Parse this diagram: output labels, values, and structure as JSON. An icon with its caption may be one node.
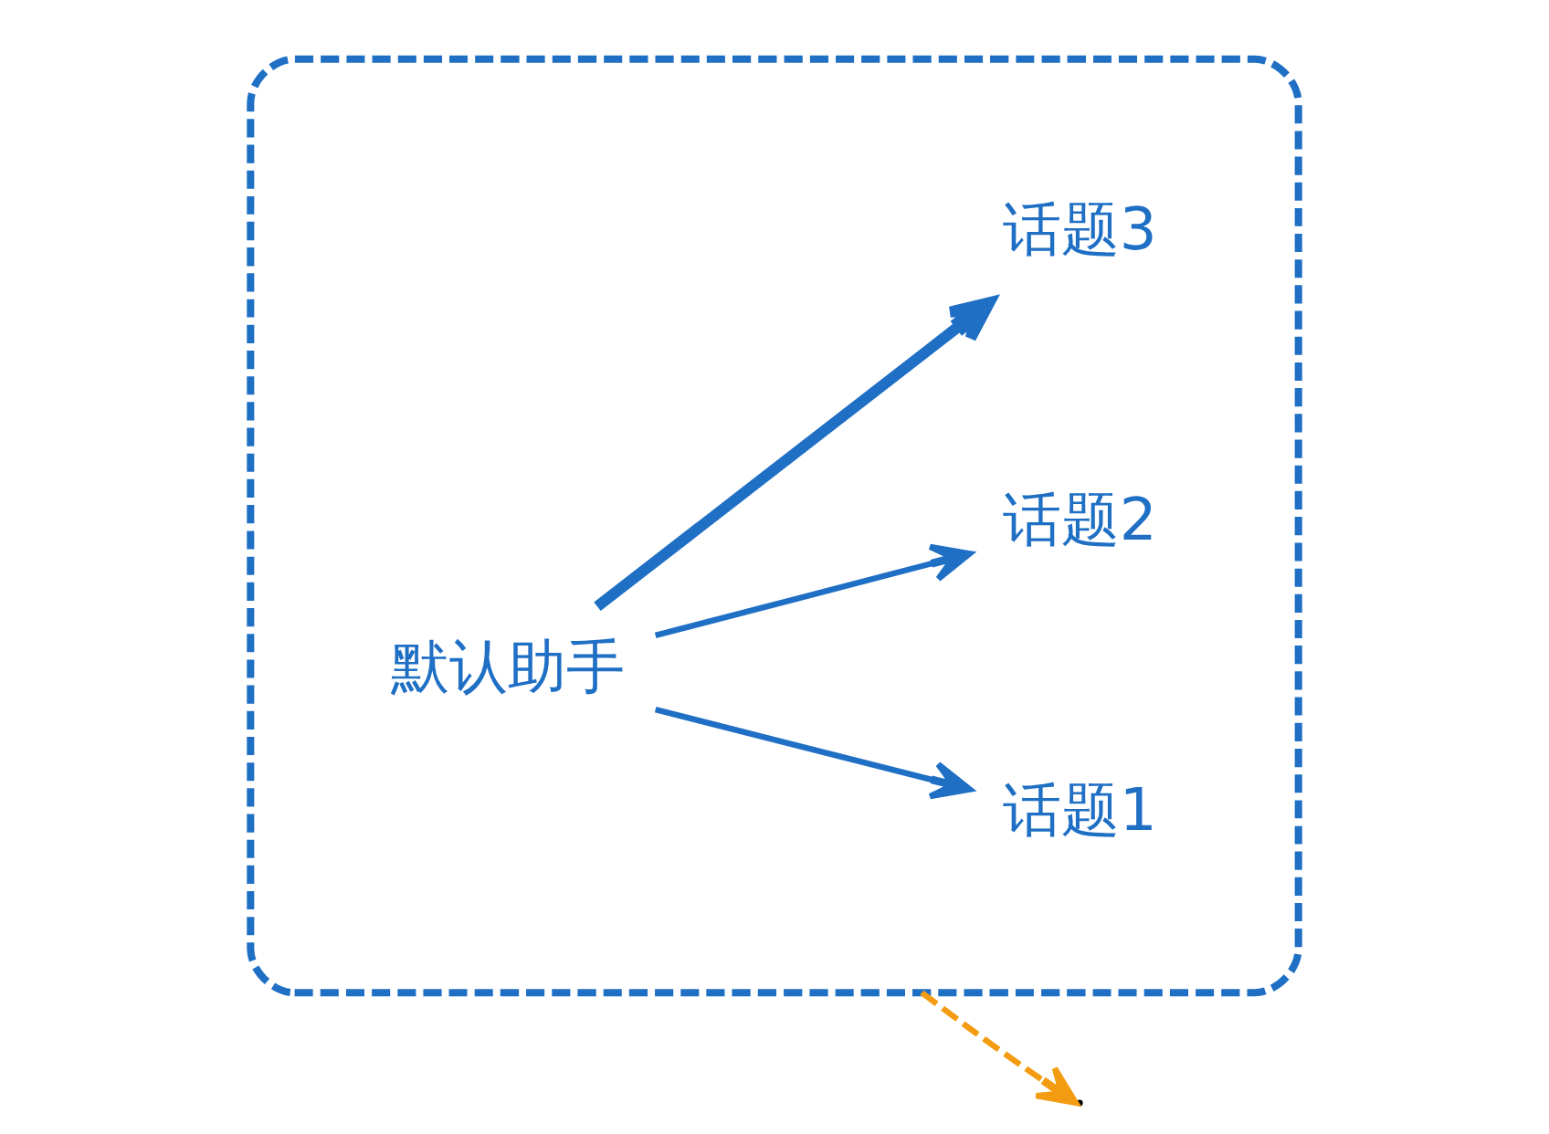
{
  "diagram": {
    "nodes": [
      {
        "text": [],
        "shape": "box"
      },
      {
        "text": [
          "默认助手"
        ],
        "in": 0
      },
      {
        "text": [
          "话题1"
        ],
        "in": 0
      },
      {
        "text": [
          "话题2"
        ],
        "in": 0
      },
      {
        "text": [
          "话题3"
        ],
        "in": 0
      }
    ],
    "edges": [
      {
        "from": 1,
        "to": 2,
        "arrow": "to"
      },
      {
        "from": 1,
        "to": 3,
        "arrow": "to"
      },
      {
        "from": 1,
        "to": 4,
        "arrow": "to",
        "style": "thick"
      },
      {
        "from": 0,
        "to": null,
        "arrow": "to",
        "style": "dashed",
        "color": "#f39c12"
      }
    ]
  }
}
